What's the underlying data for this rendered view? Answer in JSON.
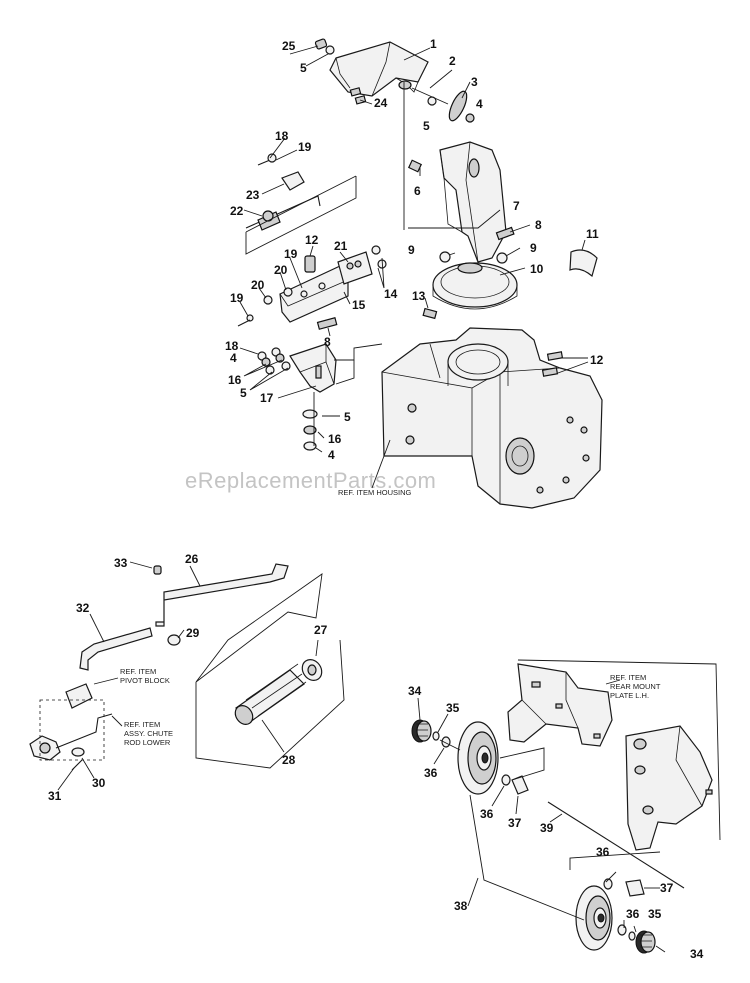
{
  "watermark": "eReplacementParts.com",
  "references": {
    "housing": "REF. ITEM HOUSING",
    "pivot_block": [
      "REF. ITEM",
      "PIVOT BLOCK"
    ],
    "chute_rod": [
      "REF. ITEM",
      "ASSY. CHUTE",
      "ROD LOWER"
    ],
    "rear_mount": [
      "REF. ITEM",
      "REAR MOUNT",
      "PLATE L.H."
    ]
  },
  "callouts": {
    "c1": "1",
    "c2": "2",
    "c3": "3",
    "c4": "4",
    "c5": "5",
    "c6": "6",
    "c7": "7",
    "c8": "8",
    "c9": "9",
    "c10": "10",
    "c11": "11",
    "c12": "12",
    "c13": "13",
    "c14": "14",
    "c15": "15",
    "c16": "16",
    "c17": "17",
    "c18": "18",
    "c19": "19",
    "c20": "20",
    "c21": "21",
    "c22": "22",
    "c23": "23",
    "c24": "24",
    "c25": "25",
    "c26": "26",
    "c27": "27",
    "c28": "28",
    "c29": "29",
    "c30": "30",
    "c31": "31",
    "c32": "32",
    "c33": "33",
    "c34": "34",
    "c35": "35",
    "c36": "36",
    "c37": "37",
    "c38": "38",
    "c39": "39"
  }
}
